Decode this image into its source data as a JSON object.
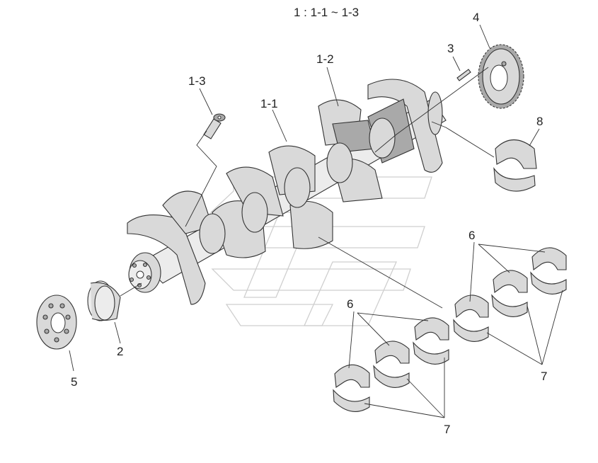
{
  "title": "1 : 1-1 ~ 1-3",
  "labels": {
    "l1_1": "1-1",
    "l1_2": "1-2",
    "l1_3": "1-3",
    "l2": "2",
    "l3": "3",
    "l4": "4",
    "l5": "5",
    "l6a": "6",
    "l6b": "6",
    "l7a": "7",
    "l7b": "7",
    "l8": "8"
  },
  "icons": {
    "watermark": "watermark-logo-icon"
  }
}
